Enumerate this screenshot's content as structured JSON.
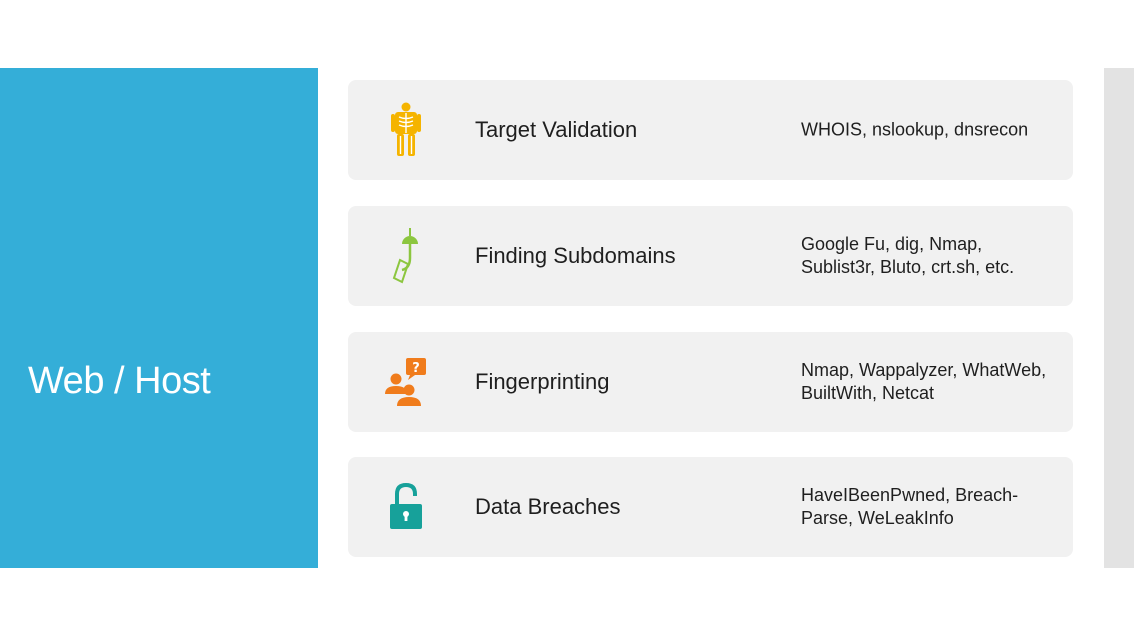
{
  "slide": {
    "heading": "Web / Host",
    "steps": [
      {
        "title": "Target Validation",
        "tools": "WHOIS, nslookup, dnsrecon",
        "icon": "x-ray-body-icon",
        "icon_color": "#f5b400"
      },
      {
        "title": "Finding Subdomains",
        "tools": "Google Fu, dig, Nmap, Sublist3r, Bluto, crt.sh, etc.",
        "icon": "fishing-hook-icon",
        "icon_color": "#8cc63f"
      },
      {
        "title": "Fingerprinting",
        "tools": "Nmap, Wappalyzer, WhatWeb, BuiltWith, Netcat",
        "icon": "people-question-icon",
        "icon_color": "#f07c1c"
      },
      {
        "title": "Data Breaches",
        "tools": "HaveIBeenPwned, Breach-Parse, WeLeakInfo",
        "icon": "open-padlock-icon",
        "icon_color": "#17a19a"
      }
    ]
  },
  "colors": {
    "left_panel": "#34aed8",
    "card_background": "#f1f1f1",
    "right_bar": "#e3e3e3"
  }
}
